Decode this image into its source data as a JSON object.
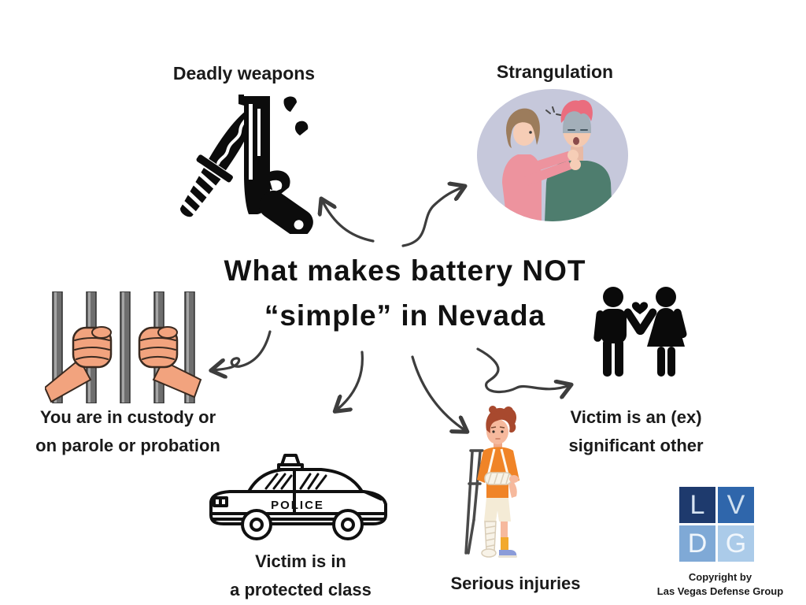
{
  "title": {
    "line1": "What makes battery NOT",
    "line2": "“simple” in Nevada"
  },
  "nodes": {
    "deadly_weapons": {
      "label": "Deadly weapons",
      "icon": "knife-and-pistol-icon"
    },
    "strangulation": {
      "label": "Strangulation",
      "icon": "strangulation-illustration"
    },
    "custody": {
      "label_line1": "You are in custody or",
      "label_line2": "on parole or probation",
      "icon": "hands-on-jail-bars-illustration"
    },
    "protected_class": {
      "label_line1": "Victim is in",
      "label_line2": "a protected class",
      "icon": "police-car-icon",
      "police_text": "POLICE"
    },
    "serious_injuries": {
      "label": "Serious injuries",
      "icon": "injured-person-illustration"
    },
    "significant_other": {
      "label_line1": "Victim is an (ex)",
      "label_line2": "significant other",
      "icon": "couple-with-heart-icon"
    }
  },
  "logo": {
    "letters": [
      "L",
      "V",
      "D",
      "G"
    ],
    "colors": {
      "top_left": "#1e3a6d",
      "top_right": "#2f66ab",
      "bottom_left": "#7fa9d6",
      "bottom_right": "#abcbe9"
    }
  },
  "footer": {
    "copyright_line1": "Copyright by",
    "copyright_line2": "Las Vegas Defense Group"
  },
  "colors": {
    "background": "#ffffff",
    "text": "#1a1a1a",
    "arrow": "#3d3d3d",
    "oval_background": "#c6c8db",
    "skin": "#f2a37e",
    "orange_shirt": "#f08427",
    "green_sweater": "#4e7d6e",
    "pink_top": "#ed939e"
  }
}
